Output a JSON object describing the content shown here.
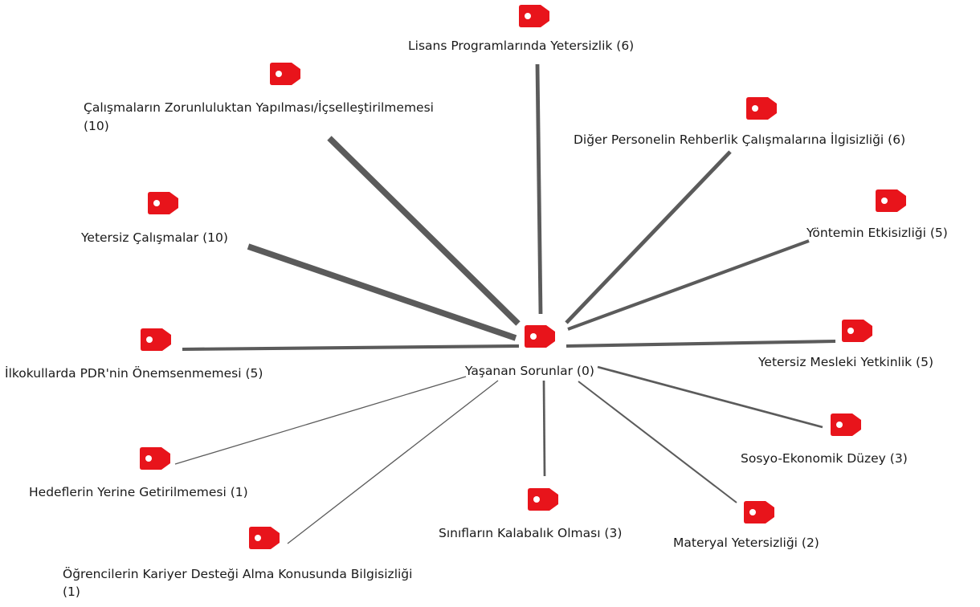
{
  "diagram": {
    "tag_icon": "code-tag-icon",
    "tag_color": "#e8141b",
    "edge_color": "#5b5b5b",
    "center": {
      "label": "Yaşanan Sorunlar (0)",
      "count": 0
    },
    "nodes": [
      {
        "id": "lisans",
        "label": "Lisans Programlarında Yetersizlik (6)",
        "count": 6
      },
      {
        "id": "zorunluluk",
        "label": "Çalışmaların Zorunluluktan Yapılması/İçselleştirilmemesi",
        "label2": "(10)",
        "count": 10
      },
      {
        "id": "diger-personel",
        "label": "Diğer Personelin Rehberlik Çalışmalarına İlgisizliği (6)",
        "count": 6
      },
      {
        "id": "yetersiz-calismalar",
        "label": "Yetersiz Çalışmalar (10)",
        "count": 10
      },
      {
        "id": "yontem",
        "label": "Yöntemin Etkisizliği (5)",
        "count": 5
      },
      {
        "id": "ilkokul",
        "label": "İlkokullarda PDR'nin Önemsenmemesi (5)",
        "count": 5
      },
      {
        "id": "mesleki",
        "label": "Yetersiz Mesleki Yetkinlik (5)",
        "count": 5
      },
      {
        "id": "sosyo",
        "label": "Sosyo-Ekonomik Düzey (3)",
        "count": 3
      },
      {
        "id": "hedefler",
        "label": "Hedeflerin Yerine Getirilmemesi (1)",
        "count": 1
      },
      {
        "id": "kalabalik",
        "label": "Sınıfların Kalabalık Olması (3)",
        "count": 3
      },
      {
        "id": "materyal",
        "label": "Materyal Yetersizliği (2)",
        "count": 2
      },
      {
        "id": "kariyer",
        "label": "Öğrencilerin Kariyer Desteği Alma Konusunda Bilgisizliği",
        "label2": "(1)",
        "count": 1
      }
    ]
  }
}
